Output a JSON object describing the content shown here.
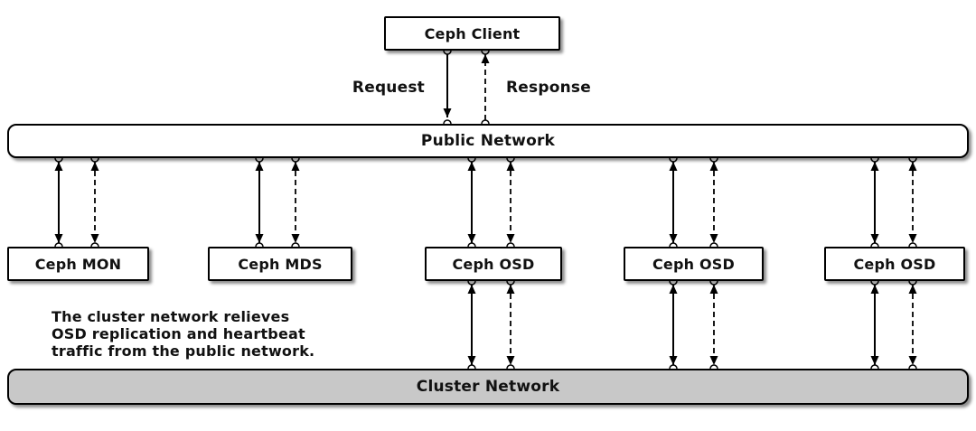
{
  "diagram": {
    "client": {
      "label": "Ceph Client"
    },
    "edge_labels": {
      "request": "Request",
      "response": "Response"
    },
    "public_network": {
      "label": "Public Network"
    },
    "nodes": [
      {
        "label": "Ceph MON"
      },
      {
        "label": "Ceph MDS"
      },
      {
        "label": "Ceph OSD"
      },
      {
        "label": "Ceph OSD"
      },
      {
        "label": "Ceph OSD"
      }
    ],
    "cluster_network": {
      "label": "Cluster Network"
    },
    "annotation": {
      "line1": "The cluster network relieves",
      "line2": "OSD replication and heartbeat",
      "line3": "traffic from the public network."
    },
    "colors": {
      "box_fill": "#ffffff",
      "cluster_network_fill": "#c8c8c8",
      "line_stroke": "#000000"
    },
    "legend": {
      "solid_arrow_meaning": "Request",
      "dashed_arrow_meaning": "Response"
    }
  }
}
